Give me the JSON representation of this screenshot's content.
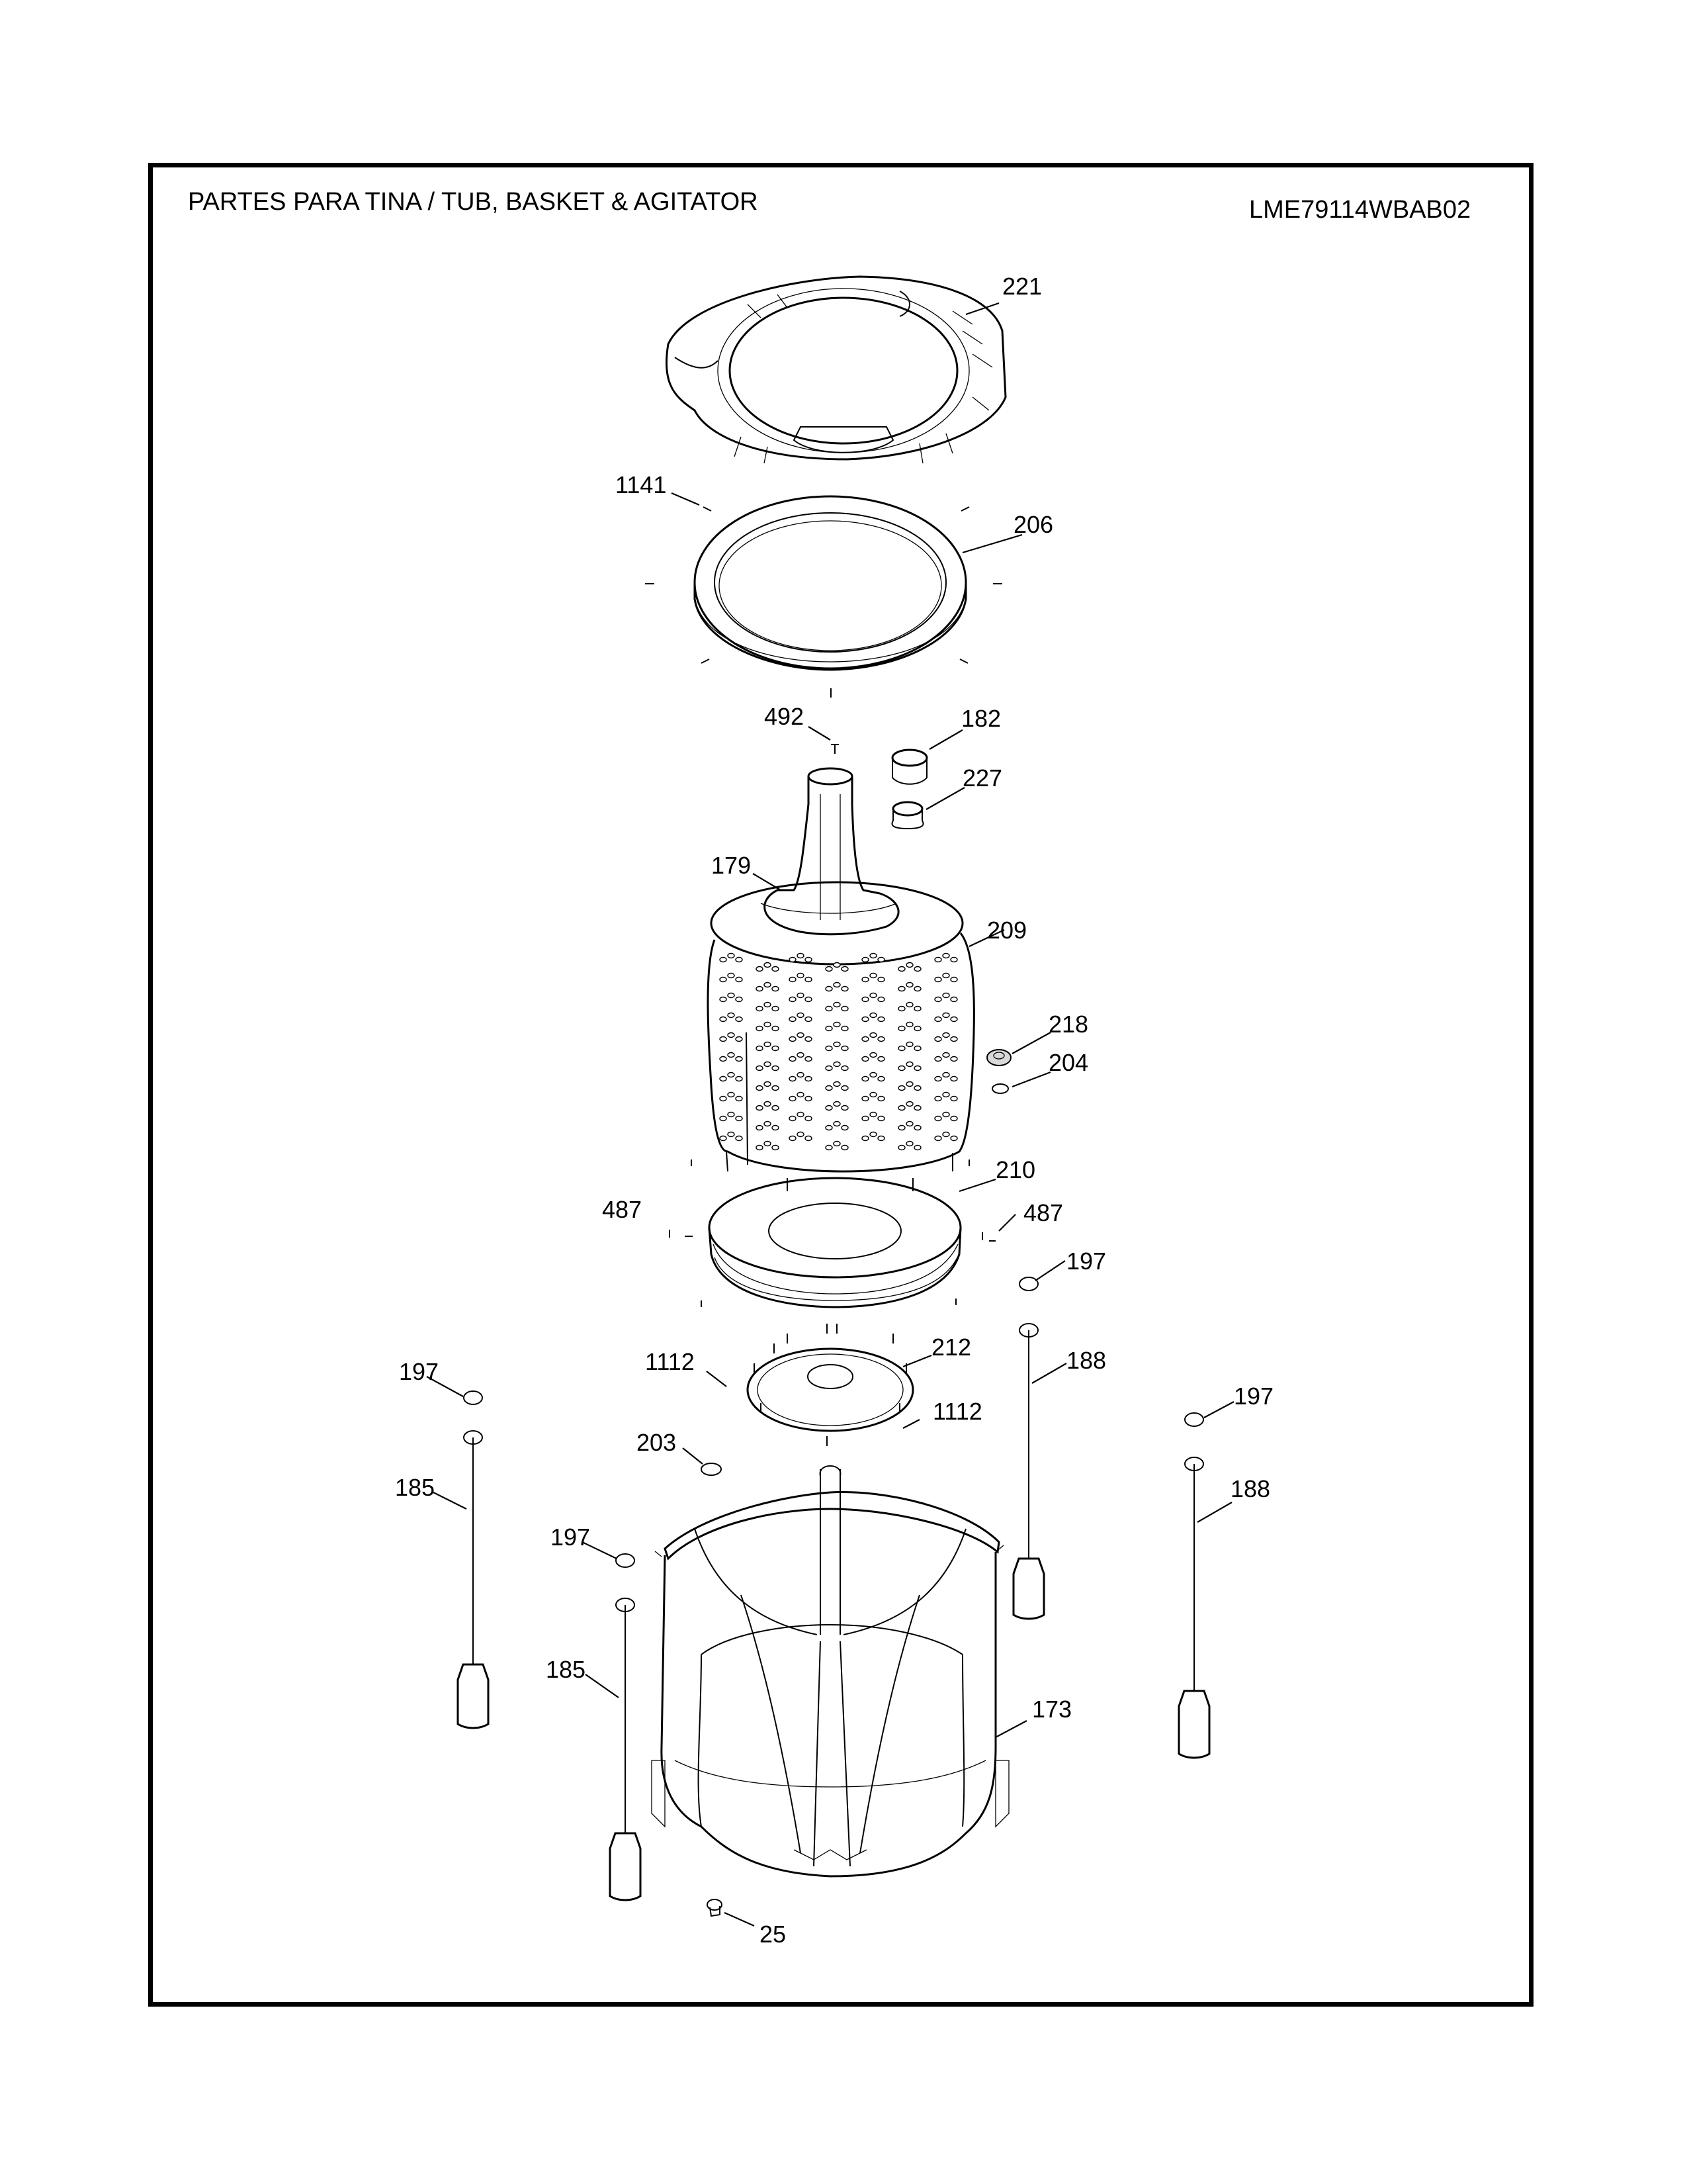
{
  "header": {
    "title": "PARTES PARA TINA  /  TUB, BASKET & AGITATOR",
    "model": "LME79114WBAB02"
  },
  "callouts": [
    {
      "key": "p221",
      "text": "221"
    },
    {
      "key": "p1141",
      "text": "1141"
    },
    {
      "key": "p206",
      "text": "206"
    },
    {
      "key": "p492",
      "text": "492"
    },
    {
      "key": "p182",
      "text": "182"
    },
    {
      "key": "p227",
      "text": "227"
    },
    {
      "key": "p179",
      "text": "179"
    },
    {
      "key": "p209",
      "text": "209"
    },
    {
      "key": "p218",
      "text": "218"
    },
    {
      "key": "p204",
      "text": "204"
    },
    {
      "key": "p210",
      "text": "210"
    },
    {
      "key": "p487a",
      "text": "487"
    },
    {
      "key": "p487b",
      "text": "487"
    },
    {
      "key": "p197a",
      "text": "197"
    },
    {
      "key": "p188a",
      "text": "188"
    },
    {
      "key": "p1112a",
      "text": "1112"
    },
    {
      "key": "p212",
      "text": "212"
    },
    {
      "key": "p1112b",
      "text": "1112"
    },
    {
      "key": "p197b",
      "text": "197"
    },
    {
      "key": "p203",
      "text": "203"
    },
    {
      "key": "p197c",
      "text": "197"
    },
    {
      "key": "p188b",
      "text": "188"
    },
    {
      "key": "p185a",
      "text": "185"
    },
    {
      "key": "p197d",
      "text": "197"
    },
    {
      "key": "p185b",
      "text": "185"
    },
    {
      "key": "p173",
      "text": "173"
    },
    {
      "key": "p25",
      "text": "25"
    }
  ]
}
